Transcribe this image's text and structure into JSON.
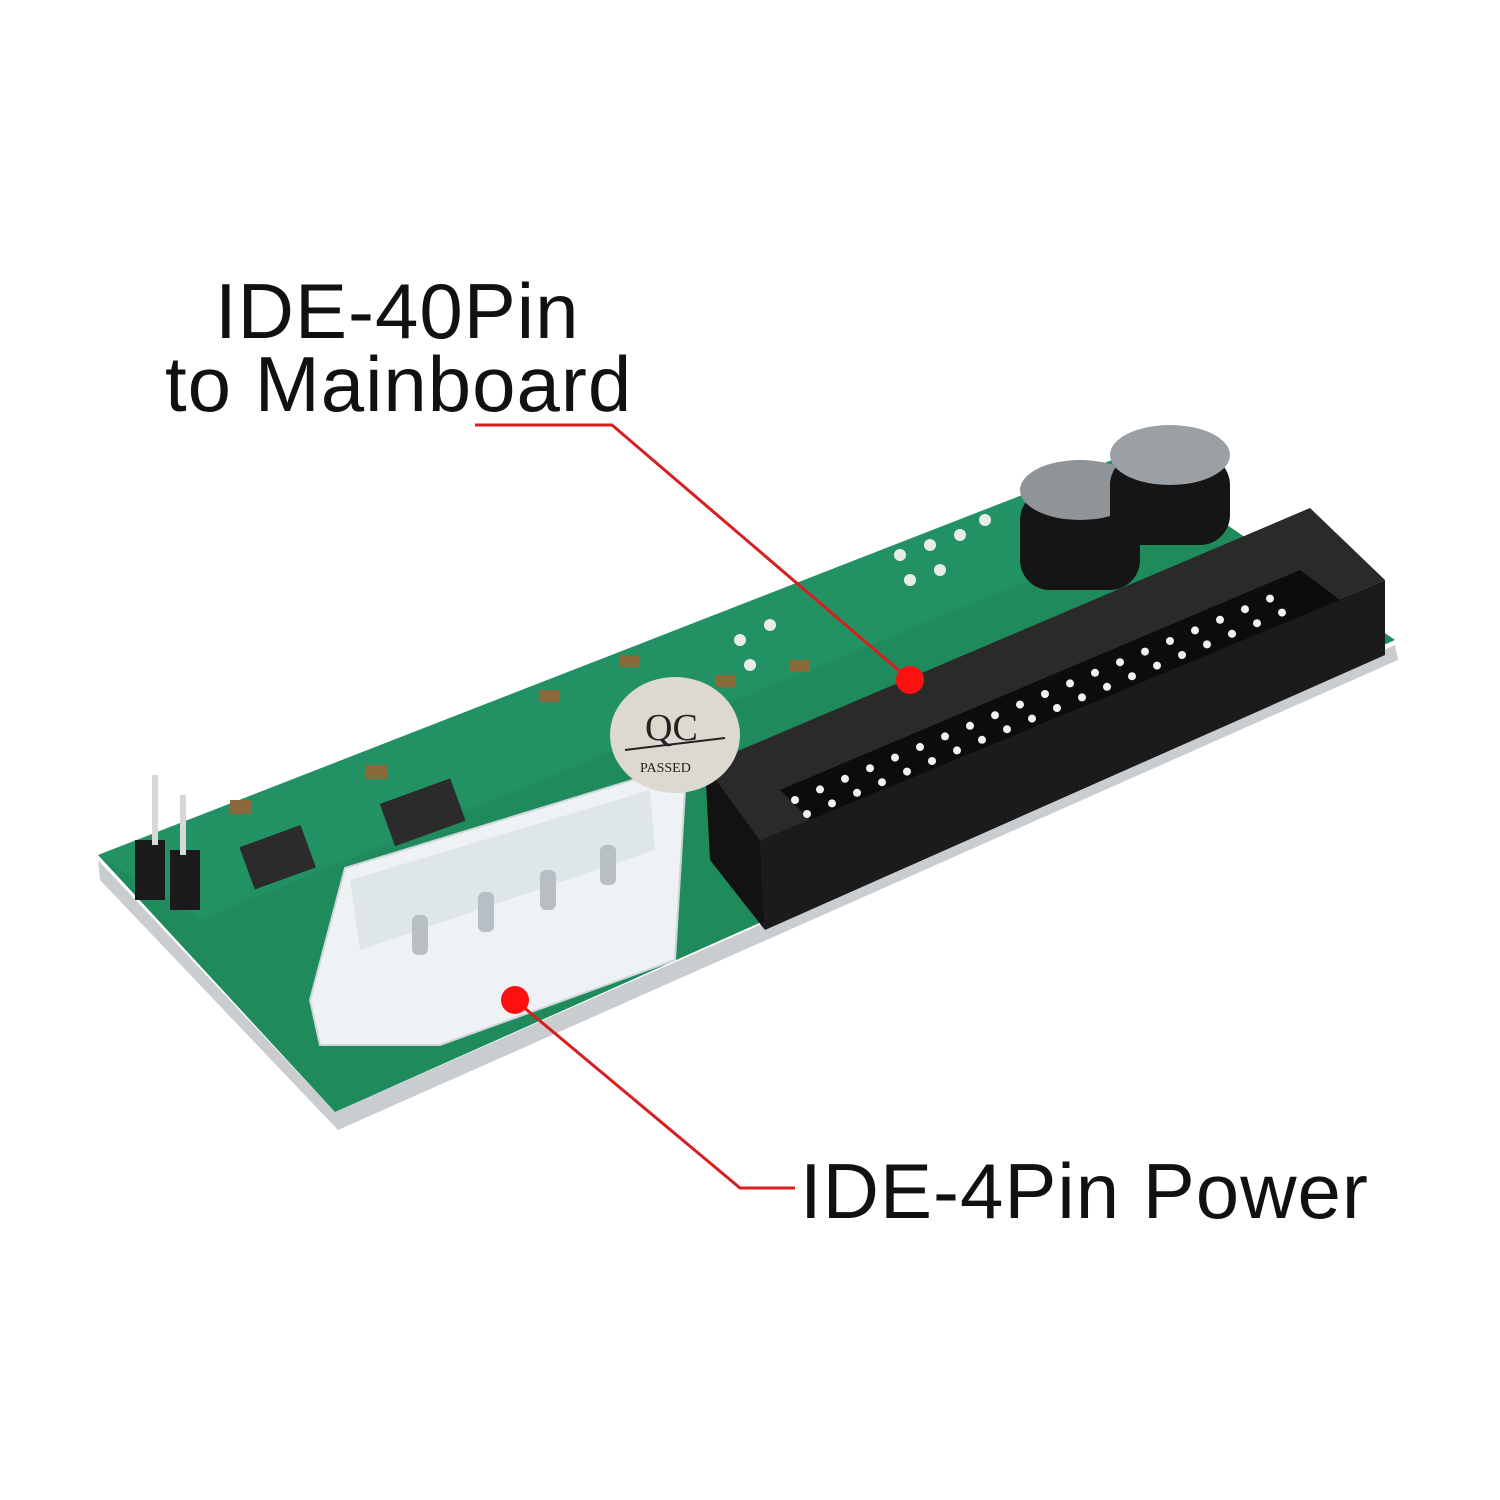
{
  "callouts": {
    "mainboard": {
      "line1": "IDE-40Pin",
      "line2": "to Mainboard"
    },
    "power": {
      "text": "IDE-4Pin Power"
    }
  },
  "sticker": {
    "top": "QC",
    "bottom": "PASSED"
  },
  "colors": {
    "pcb": "#1f8a5c",
    "callout": "#d81e1e",
    "connector": "#1e1e1e",
    "molex": "#eef2f4"
  }
}
